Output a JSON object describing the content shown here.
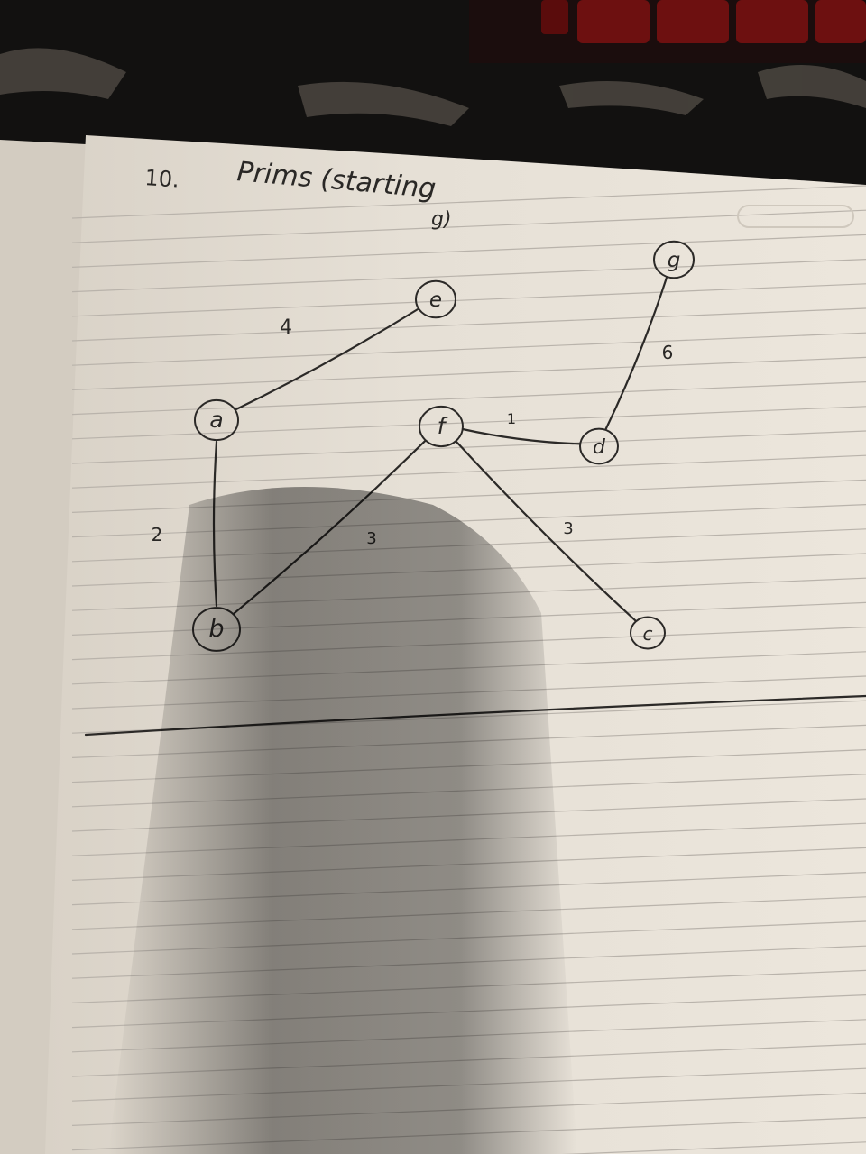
{
  "page": {
    "heading_number": "10.",
    "heading_text": "Prims (starting",
    "heading_text_line2": "g)"
  },
  "graph": {
    "nodes": [
      {
        "id": "a",
        "label": "a"
      },
      {
        "id": "b",
        "label": "b"
      },
      {
        "id": "c",
        "label": "c"
      },
      {
        "id": "d",
        "label": "d"
      },
      {
        "id": "e",
        "label": "e"
      },
      {
        "id": "f",
        "label": "f"
      },
      {
        "id": "g",
        "label": "g"
      }
    ],
    "edges": [
      {
        "from": "a",
        "to": "e",
        "weight": "4"
      },
      {
        "from": "a",
        "to": "b",
        "weight": "2"
      },
      {
        "from": "b",
        "to": "f",
        "weight": "3"
      },
      {
        "from": "f",
        "to": "d",
        "weight": "1"
      },
      {
        "from": "f",
        "to": "c",
        "weight": "3"
      },
      {
        "from": "d",
        "to": "g",
        "weight": "6"
      }
    ]
  },
  "colors": {
    "paper": "#e7e1d7",
    "ink": "#2b2927",
    "rule": "#b9b3ab",
    "background": "#121110",
    "keyboard_glow": "#7a1010"
  }
}
